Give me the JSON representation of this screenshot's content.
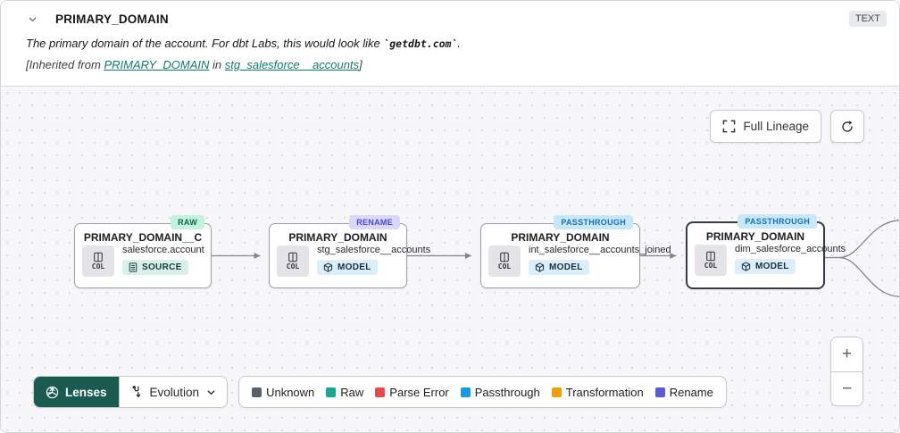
{
  "header": {
    "title": "PRIMARY_DOMAIN",
    "type_badge": "TEXT",
    "description_prefix": "The primary domain of the account. For dbt Labs, this would look like ",
    "description_code": "`getdbt.com`",
    "description_suffix": ".",
    "inherited_prefix": "[Inherited from ",
    "inherited_link_column": "PRIMARY_DOMAIN",
    "inherited_middle": " in ",
    "inherited_link_model": "stg_salesforce__accounts",
    "inherited_suffix": "]"
  },
  "canvas": {
    "full_lineage_label": "Full Lineage",
    "zoom_in_label": "+",
    "zoom_out_label": "−",
    "nodes": [
      {
        "badge": "RAW",
        "col_label": "COL",
        "title": "PRIMARY_DOMAIN__C",
        "subtitle": "salesforce.account",
        "resource": "SOURCE"
      },
      {
        "badge": "RENAME",
        "col_label": "COL",
        "title": "PRIMARY_DOMAIN",
        "subtitle": "stg_salesforce__accounts",
        "resource": "MODEL"
      },
      {
        "badge": "PASSTHROUGH",
        "col_label": "COL",
        "title": "PRIMARY_DOMAIN",
        "subtitle": "int_salesforce__accounts_joined",
        "resource": "MODEL"
      },
      {
        "badge": "PASSTHROUGH",
        "col_label": "COL",
        "title": "PRIMARY_DOMAIN",
        "subtitle": "dim_salesforce_accounts",
        "resource": "MODEL",
        "selected": true
      }
    ]
  },
  "toolbar": {
    "lenses_label": "Lenses",
    "lens_selected": "Evolution",
    "legend": [
      {
        "label": "Unknown",
        "color": "#5a6169"
      },
      {
        "label": "Raw",
        "color": "#17a793"
      },
      {
        "label": "Parse Error",
        "color": "#e5484d"
      },
      {
        "label": "Passthrough",
        "color": "#189ae2"
      },
      {
        "label": "Transformation",
        "color": "#f0a009"
      },
      {
        "label": "Rename",
        "color": "#5b5bd6"
      }
    ]
  },
  "colors": {
    "badge_raw_bg": "#c2f3de",
    "badge_rename_bg": "#d9d8fb",
    "badge_passthrough_bg": "#c9e7fa",
    "link_teal": "#0e7a6d",
    "lenses_button_bg": "#1a5b4f"
  }
}
